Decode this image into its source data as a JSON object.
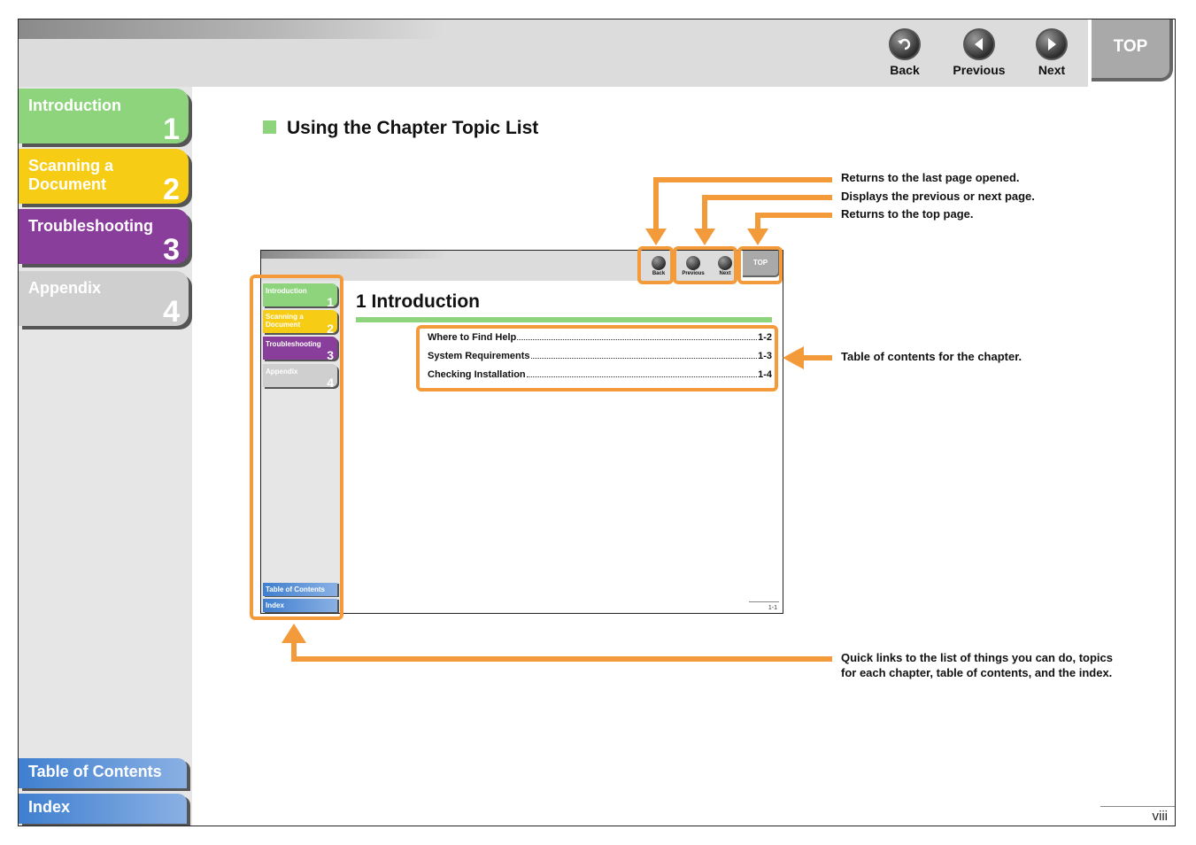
{
  "header": {
    "buttons": {
      "back": "Back",
      "previous": "Previous",
      "next": "Next",
      "top": "TOP"
    }
  },
  "sidebar": {
    "chapters": [
      {
        "label": "Introduction",
        "number": "1",
        "color": "#8ed47d"
      },
      {
        "label": "Scanning a Document",
        "number": "2",
        "color": "#f7cc14"
      },
      {
        "label": "Troubleshooting",
        "number": "3",
        "color": "#8a3e9b"
      },
      {
        "label": "Appendix",
        "number": "4",
        "color": "#cfcfcf"
      }
    ],
    "table_of_contents": "Table of Contents",
    "index": "Index"
  },
  "main": {
    "title": "Using the Chapter Topic List",
    "callouts": {
      "back": "Returns to the last page opened.",
      "prev_next": "Displays the previous or next page.",
      "top": "Returns to the top page.",
      "toc": "Table of contents for the chapter.",
      "quick_links_1": "Quick links to the list of things you can do, topics",
      "quick_links_2": "for each chapter, table of contents, and the index."
    },
    "page_number": "viii"
  },
  "mini": {
    "buttons": {
      "back": "Back",
      "previous": "Previous",
      "next": "Next",
      "top": "TOP"
    },
    "chapters": [
      {
        "label": "Introduction",
        "number": "1"
      },
      {
        "label1": "Scanning a",
        "label2": "Document",
        "number": "2"
      },
      {
        "label": "Troubleshooting",
        "number": "3"
      },
      {
        "label": "Appendix",
        "number": "4"
      }
    ],
    "table_of_contents": "Table of Contents",
    "index": "Index",
    "chapter_number": "1",
    "chapter_title": "Introduction",
    "toc": [
      {
        "title": "Where to Find Help",
        "page": "1-2"
      },
      {
        "title": "System Requirements",
        "page": "1-3"
      },
      {
        "title": "Checking Installation",
        "page": "1-4"
      }
    ],
    "page_number": "1-1"
  },
  "colors": {
    "accent_orange": "#f39a3b",
    "intro_green": "#8ed47d",
    "scanning_yellow": "#f7cc14",
    "trouble_purple": "#8a3e9b",
    "nav_blue": "#3f7fcf"
  }
}
